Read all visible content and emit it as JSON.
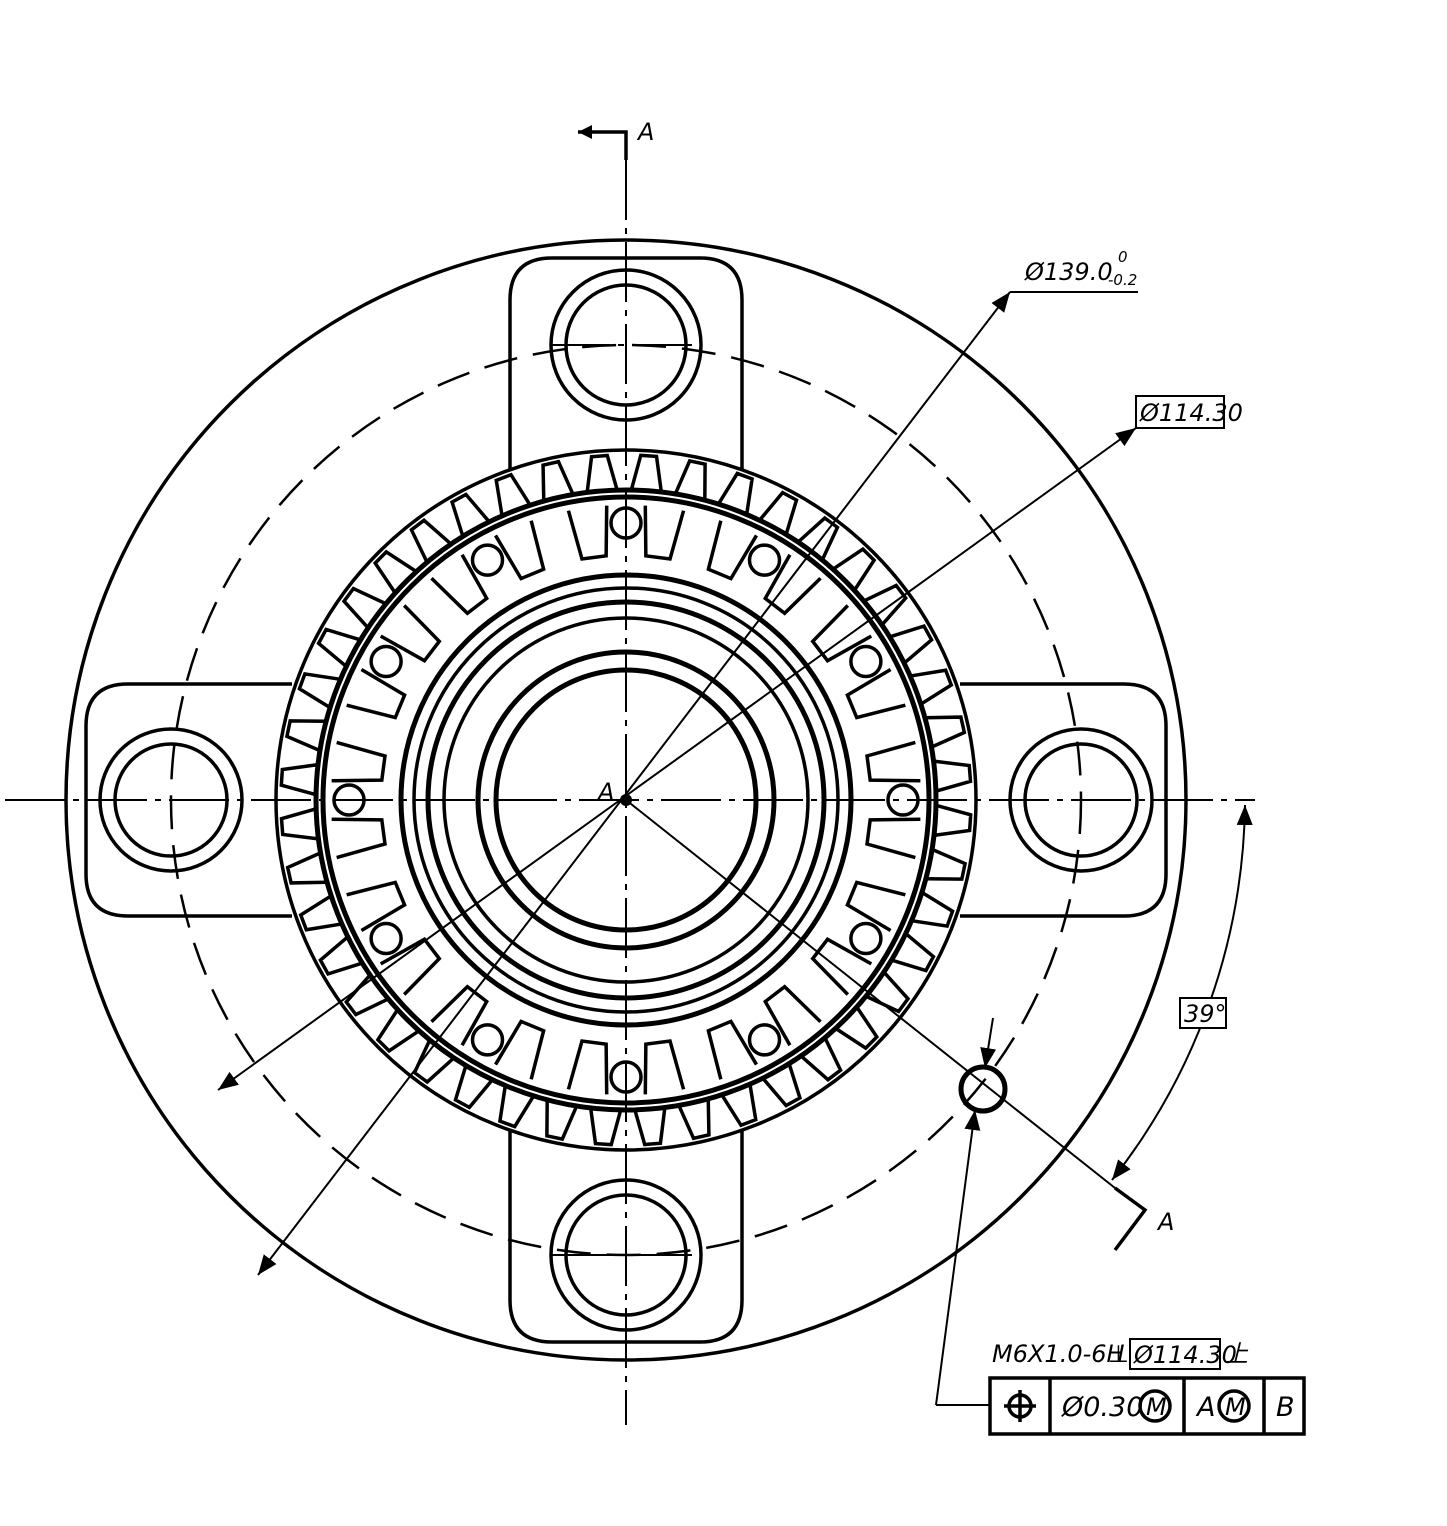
{
  "section_marks": {
    "top": "A",
    "bottom": "A",
    "datum": "A"
  },
  "dimensions": {
    "outer_diameter": {
      "value": "Ø139.0",
      "tol_upper": "0",
      "tol_lower": "-0.2"
    },
    "bolt_circle": "Ø114.30",
    "angle": "39°"
  },
  "thread_callout": {
    "spec": "M6X1.0-6H",
    "marker": "⊥",
    "basic": "Ø114.30",
    "suffix": "上"
  },
  "feature_control_frame": {
    "symbol": "⌖",
    "tolerance": "Ø0.30",
    "tolerance_modifier": "M",
    "datum_primary": "A",
    "datum_primary_modifier": "M",
    "datum_secondary": "B"
  }
}
